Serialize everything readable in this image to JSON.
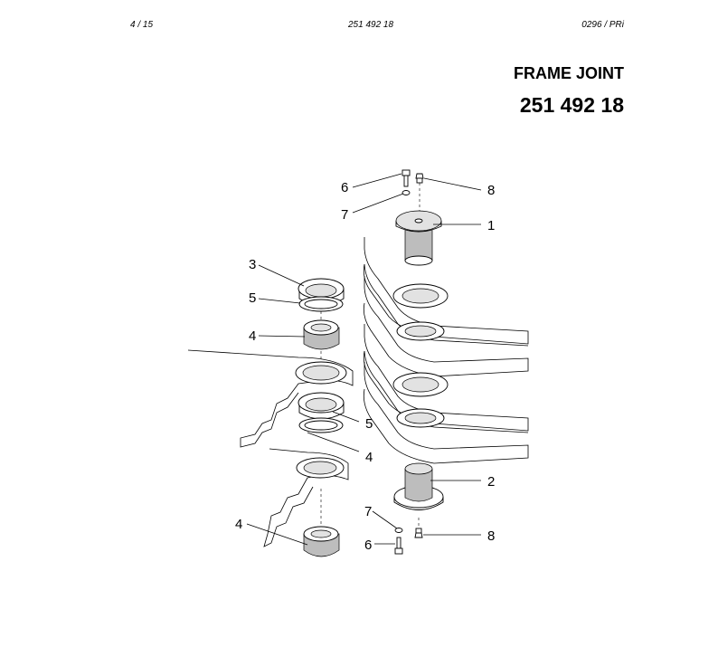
{
  "header": {
    "page": "4 / 15",
    "doc_number": "251 492 18",
    "revision": "0296 / PRi"
  },
  "title": "FRAME JOINT",
  "part_number": "251 492 18",
  "callouts": {
    "c1": "1",
    "c2": "2",
    "c3": "3",
    "c4a": "4",
    "c4b": "4",
    "c4c": "4",
    "c5a": "5",
    "c5b": "5",
    "c6a": "6",
    "c6b": "6",
    "c7a": "7",
    "c7b": "7",
    "c8a": "8",
    "c8b": "8"
  }
}
